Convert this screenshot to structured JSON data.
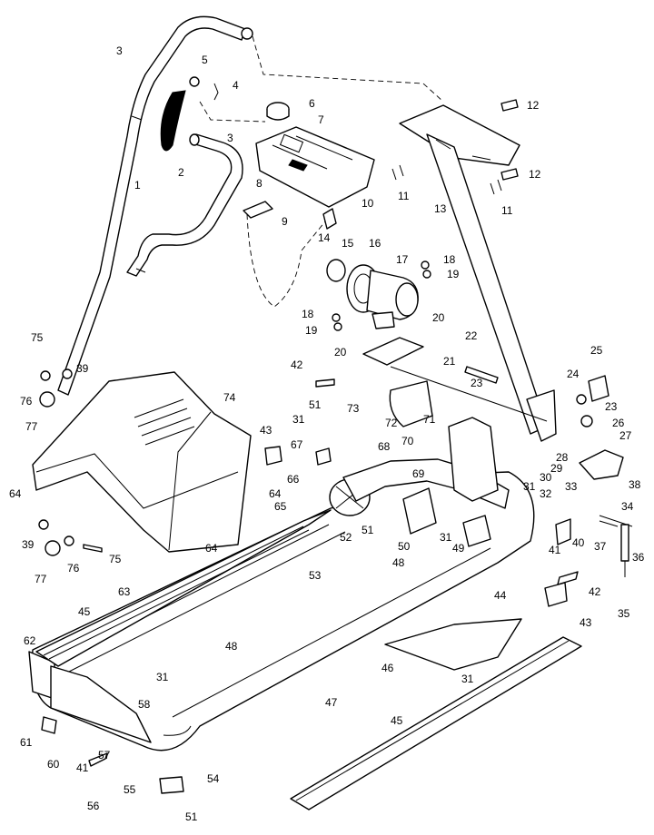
{
  "diagram": {
    "callouts": [
      {
        "id": "c1",
        "text": "1"
      },
      {
        "id": "c2",
        "text": "2"
      },
      {
        "id": "c3a",
        "text": "3"
      },
      {
        "id": "c3b",
        "text": "3"
      },
      {
        "id": "c4",
        "text": "4"
      },
      {
        "id": "c5",
        "text": "5"
      },
      {
        "id": "c6",
        "text": "6"
      },
      {
        "id": "c7",
        "text": "7"
      },
      {
        "id": "c8",
        "text": "8"
      },
      {
        "id": "c9",
        "text": "9"
      },
      {
        "id": "c10",
        "text": "10"
      },
      {
        "id": "c11a",
        "text": "11"
      },
      {
        "id": "c11b",
        "text": "11"
      },
      {
        "id": "c12a",
        "text": "12"
      },
      {
        "id": "c12b",
        "text": "12"
      },
      {
        "id": "c13",
        "text": "13"
      },
      {
        "id": "c14",
        "text": "14"
      },
      {
        "id": "c15",
        "text": "15"
      },
      {
        "id": "c16",
        "text": "16"
      },
      {
        "id": "c17",
        "text": "17"
      },
      {
        "id": "c18a",
        "text": "18"
      },
      {
        "id": "c19a",
        "text": "19"
      },
      {
        "id": "c18b",
        "text": "18"
      },
      {
        "id": "c19b",
        "text": "19"
      },
      {
        "id": "c20a",
        "text": "20"
      },
      {
        "id": "c20b",
        "text": "20"
      },
      {
        "id": "c21",
        "text": "21"
      },
      {
        "id": "c22",
        "text": "22"
      },
      {
        "id": "c23a",
        "text": "23"
      },
      {
        "id": "c23b",
        "text": "23"
      },
      {
        "id": "c24",
        "text": "24"
      },
      {
        "id": "c25",
        "text": "25"
      },
      {
        "id": "c26",
        "text": "26"
      },
      {
        "id": "c27",
        "text": "27"
      },
      {
        "id": "c28",
        "text": "28"
      },
      {
        "id": "c29",
        "text": "29"
      },
      {
        "id": "c30",
        "text": "30"
      },
      {
        "id": "c31a",
        "text": "31"
      },
      {
        "id": "c31b",
        "text": "31"
      },
      {
        "id": "c31c",
        "text": "31"
      },
      {
        "id": "c31d",
        "text": "31"
      },
      {
        "id": "c31e",
        "text": "31"
      },
      {
        "id": "c32",
        "text": "32"
      },
      {
        "id": "c33",
        "text": "33"
      },
      {
        "id": "c34",
        "text": "34"
      },
      {
        "id": "c35",
        "text": "35"
      },
      {
        "id": "c36",
        "text": "36"
      },
      {
        "id": "c37",
        "text": "37"
      },
      {
        "id": "c38",
        "text": "38"
      },
      {
        "id": "c39a",
        "text": "39"
      },
      {
        "id": "c39b",
        "text": "39"
      },
      {
        "id": "c40",
        "text": "40"
      },
      {
        "id": "c41a",
        "text": "41"
      },
      {
        "id": "c41b",
        "text": "41"
      },
      {
        "id": "c42a",
        "text": "42"
      },
      {
        "id": "c42b",
        "text": "42"
      },
      {
        "id": "c43a",
        "text": "43"
      },
      {
        "id": "c43b",
        "text": "43"
      },
      {
        "id": "c44",
        "text": "44"
      },
      {
        "id": "c45a",
        "text": "45"
      },
      {
        "id": "c45b",
        "text": "45"
      },
      {
        "id": "c46",
        "text": "46"
      },
      {
        "id": "c47",
        "text": "47"
      },
      {
        "id": "c48a",
        "text": "48"
      },
      {
        "id": "c48b",
        "text": "48"
      },
      {
        "id": "c49",
        "text": "49"
      },
      {
        "id": "c50",
        "text": "50"
      },
      {
        "id": "c51a",
        "text": "51"
      },
      {
        "id": "c51b",
        "text": "51"
      },
      {
        "id": "c51c",
        "text": "51"
      },
      {
        "id": "c52",
        "text": "52"
      },
      {
        "id": "c53",
        "text": "53"
      },
      {
        "id": "c54",
        "text": "54"
      },
      {
        "id": "c55",
        "text": "55"
      },
      {
        "id": "c56",
        "text": "56"
      },
      {
        "id": "c57",
        "text": "57"
      },
      {
        "id": "c58",
        "text": "58"
      },
      {
        "id": "c60",
        "text": "60"
      },
      {
        "id": "c61",
        "text": "61"
      },
      {
        "id": "c62",
        "text": "62"
      },
      {
        "id": "c63",
        "text": "63"
      },
      {
        "id": "c64a",
        "text": "64"
      },
      {
        "id": "c64b",
        "text": "64"
      },
      {
        "id": "c64c",
        "text": "64"
      },
      {
        "id": "c65",
        "text": "65"
      },
      {
        "id": "c66",
        "text": "66"
      },
      {
        "id": "c67",
        "text": "67"
      },
      {
        "id": "c68",
        "text": "68"
      },
      {
        "id": "c69",
        "text": "69"
      },
      {
        "id": "c70",
        "text": "70"
      },
      {
        "id": "c71",
        "text": "71"
      },
      {
        "id": "c72",
        "text": "72"
      },
      {
        "id": "c73",
        "text": "73"
      },
      {
        "id": "c74",
        "text": "74"
      },
      {
        "id": "c75a",
        "text": "75"
      },
      {
        "id": "c75b",
        "text": "75"
      },
      {
        "id": "c76a",
        "text": "76"
      },
      {
        "id": "c76b",
        "text": "76"
      },
      {
        "id": "c77a",
        "text": "77"
      },
      {
        "id": "c77b",
        "text": "77"
      }
    ]
  }
}
